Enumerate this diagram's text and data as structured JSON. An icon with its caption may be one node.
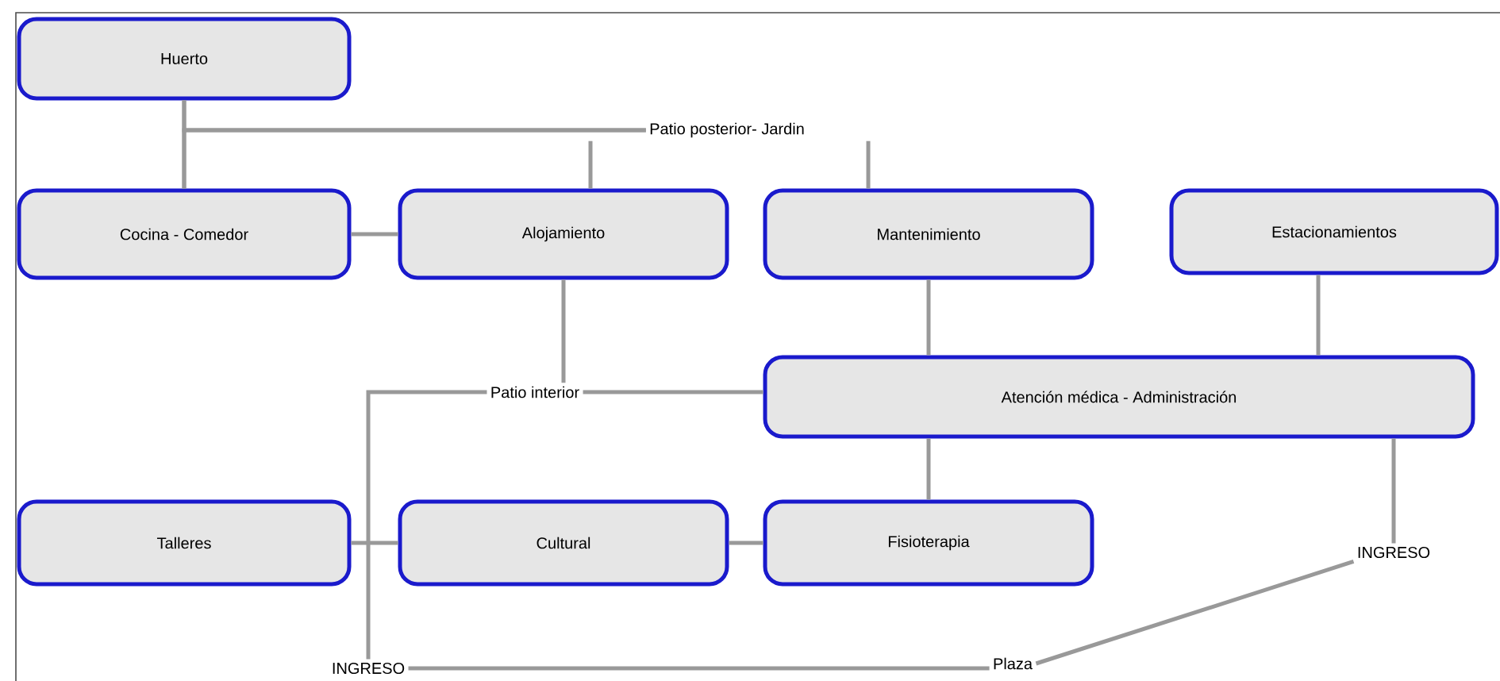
{
  "diagram": {
    "nodes": [
      {
        "text": [
          "Huerto"
        ]
      },
      {
        "text": [
          "Cocina - Comedor"
        ]
      },
      {
        "text": [
          "Alojamiento"
        ]
      },
      {
        "text": [
          "Mantenimiento"
        ]
      },
      {
        "text": [
          "Estacionamientos"
        ]
      },
      {
        "text": [
          "Atención médica - Administración"
        ]
      },
      {
        "text": [
          "Talleres"
        ]
      },
      {
        "text": [
          "Cultural"
        ]
      },
      {
        "text": [
          "Fisioterapia"
        ]
      },
      {
        "text": [
          "Patio posterior- Jardin"
        ]
      },
      {
        "text": [
          "Patio interior"
        ]
      },
      {
        "text": [
          "INGRESO"
        ]
      },
      {
        "text": [
          "INGRESO"
        ]
      },
      {
        "text": [
          "Plaza"
        ]
      }
    ],
    "edges": [
      {
        "from": 0,
        "to": 1,
        "arrow": "none"
      },
      {
        "from": 0,
        "to": 9,
        "arrow": "none"
      },
      {
        "from": 1,
        "to": 9,
        "arrow": "none"
      },
      {
        "from": 1,
        "to": 2,
        "arrow": "none"
      },
      {
        "from": 2,
        "to": 9,
        "arrow": "none"
      },
      {
        "from": 3,
        "to": 9,
        "arrow": "none"
      },
      {
        "from": 2,
        "to": 10,
        "arrow": "none"
      },
      {
        "from": 10,
        "to": 5,
        "arrow": "none"
      },
      {
        "from": 3,
        "to": 5,
        "arrow": "none"
      },
      {
        "from": 4,
        "to": 5,
        "arrow": "none"
      },
      {
        "from": 5,
        "to": 8,
        "arrow": "none"
      },
      {
        "from": 5,
        "to": 11,
        "arrow": "none"
      },
      {
        "from": 11,
        "to": 13,
        "arrow": "none"
      },
      {
        "from": 6,
        "to": 7,
        "arrow": "none"
      },
      {
        "from": 7,
        "to": 8,
        "arrow": "none"
      },
      {
        "from": 10,
        "to": 12,
        "arrow": "none"
      },
      {
        "from": 12,
        "to": 13,
        "arrow": "none"
      }
    ]
  }
}
